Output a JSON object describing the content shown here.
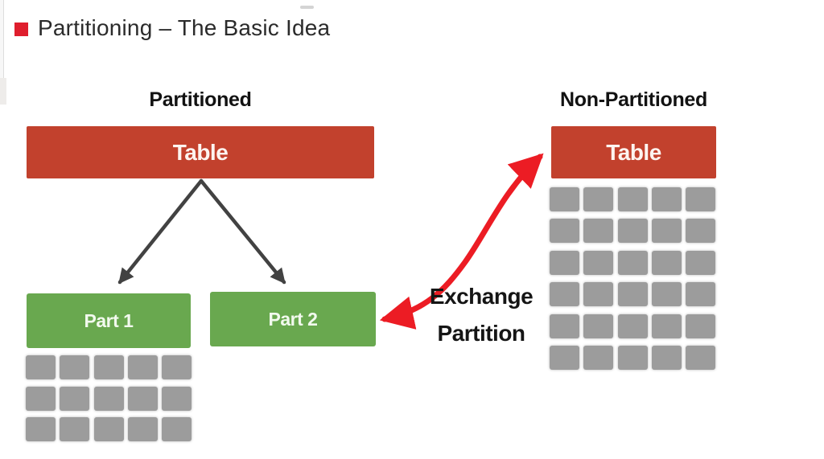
{
  "theme": {
    "bullet-red": "#DF1E2D",
    "bar-red": "#C2412D",
    "green": "#69A84F",
    "gray": "#9C9C9C",
    "arrow-red": "#EC1C24",
    "arrow-dark": "#424242",
    "text-dark": "#2B2B2B"
  },
  "slide": {
    "title": "Partitioning – The Basic Idea"
  },
  "partitioned": {
    "heading": "Partitioned",
    "table_label": "Table",
    "parts": [
      {
        "label": "Part 1"
      },
      {
        "label": "Part 2"
      }
    ],
    "part1_grid": {
      "rows": 3,
      "cols": 5
    }
  },
  "non_partitioned": {
    "heading": "Non-Partitioned",
    "table_label": "Table",
    "grid": {
      "rows": 6,
      "cols": 5
    }
  },
  "exchange": {
    "line1": "Exchange",
    "line2": "Partition"
  }
}
